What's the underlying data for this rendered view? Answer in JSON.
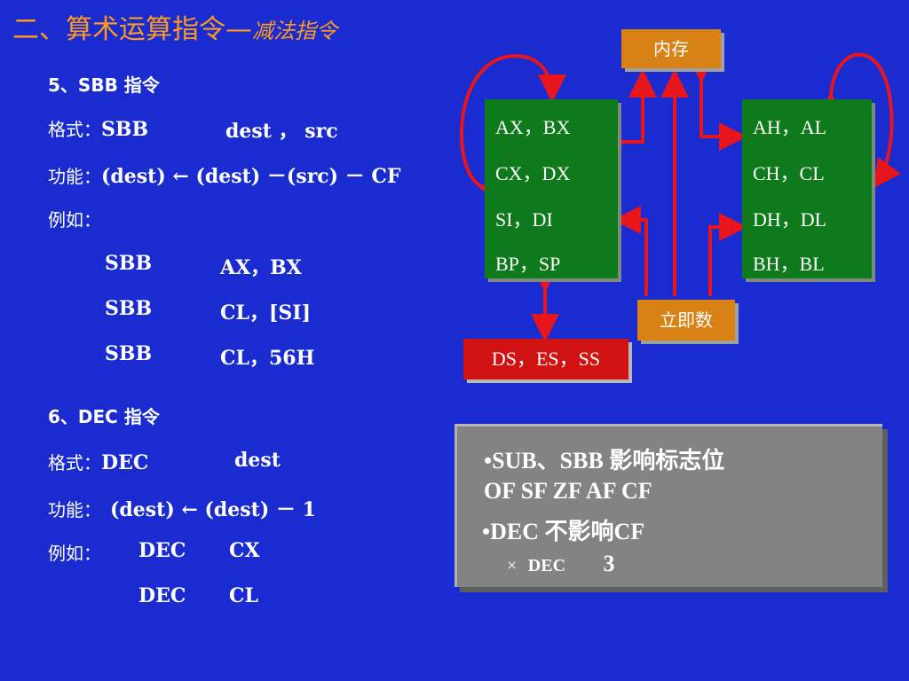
{
  "title": {
    "main": "二、算术运算指令",
    "dash": "—",
    "sub": "减法指令"
  },
  "sbb": {
    "heading": "5、SBB 指令",
    "format_label": "格式：",
    "format_op": "SBB",
    "format_args": "dest ，  src",
    "function_label": "功能：",
    "function_expr": "(dest) ← (dest) －(src) － CF",
    "example_label": "例如：",
    "examples": [
      {
        "op": "SBB",
        "args": "AX，BX"
      },
      {
        "op": "SBB",
        "args": "CL，[SI]"
      },
      {
        "op": "SBB",
        "args": "CL，56H"
      }
    ]
  },
  "dec": {
    "heading": "6、DEC 指令",
    "format_label": "格式：",
    "format_op": "DEC",
    "format_args": "dest",
    "function_label": "功能：",
    "function_expr": "(dest) ← (dest) －  1",
    "example_label": "例如：",
    "examples": [
      {
        "op": "DEC",
        "args": "CX"
      },
      {
        "op": "DEC",
        "args": "CL"
      }
    ]
  },
  "diagram": {
    "memory": "内存",
    "immediate": "立即数",
    "segment": "DS，ES，SS",
    "regs16": [
      "AX，BX",
      "CX，DX",
      "SI，DI",
      "BP，SP"
    ],
    "regs8": [
      "AH，AL",
      "CH，CL",
      "DH，DL",
      "BH，BL"
    ]
  },
  "notes": {
    "line1": "•SUB、SBB 影响标志位",
    "line2": "OF  SF  ZF  AF  CF",
    "line3": "•DEC 不影响CF",
    "line4_mark": "×",
    "line4_op": "DEC",
    "line4_arg": "3"
  },
  "colors": {
    "background": "#1a2ccf",
    "title": "#ff9a1f",
    "green_box": "#0f7a1c",
    "orange_box": "#d88215",
    "red_box": "#d01212",
    "arrow": "#e8161c",
    "gray_box": "#838383"
  }
}
